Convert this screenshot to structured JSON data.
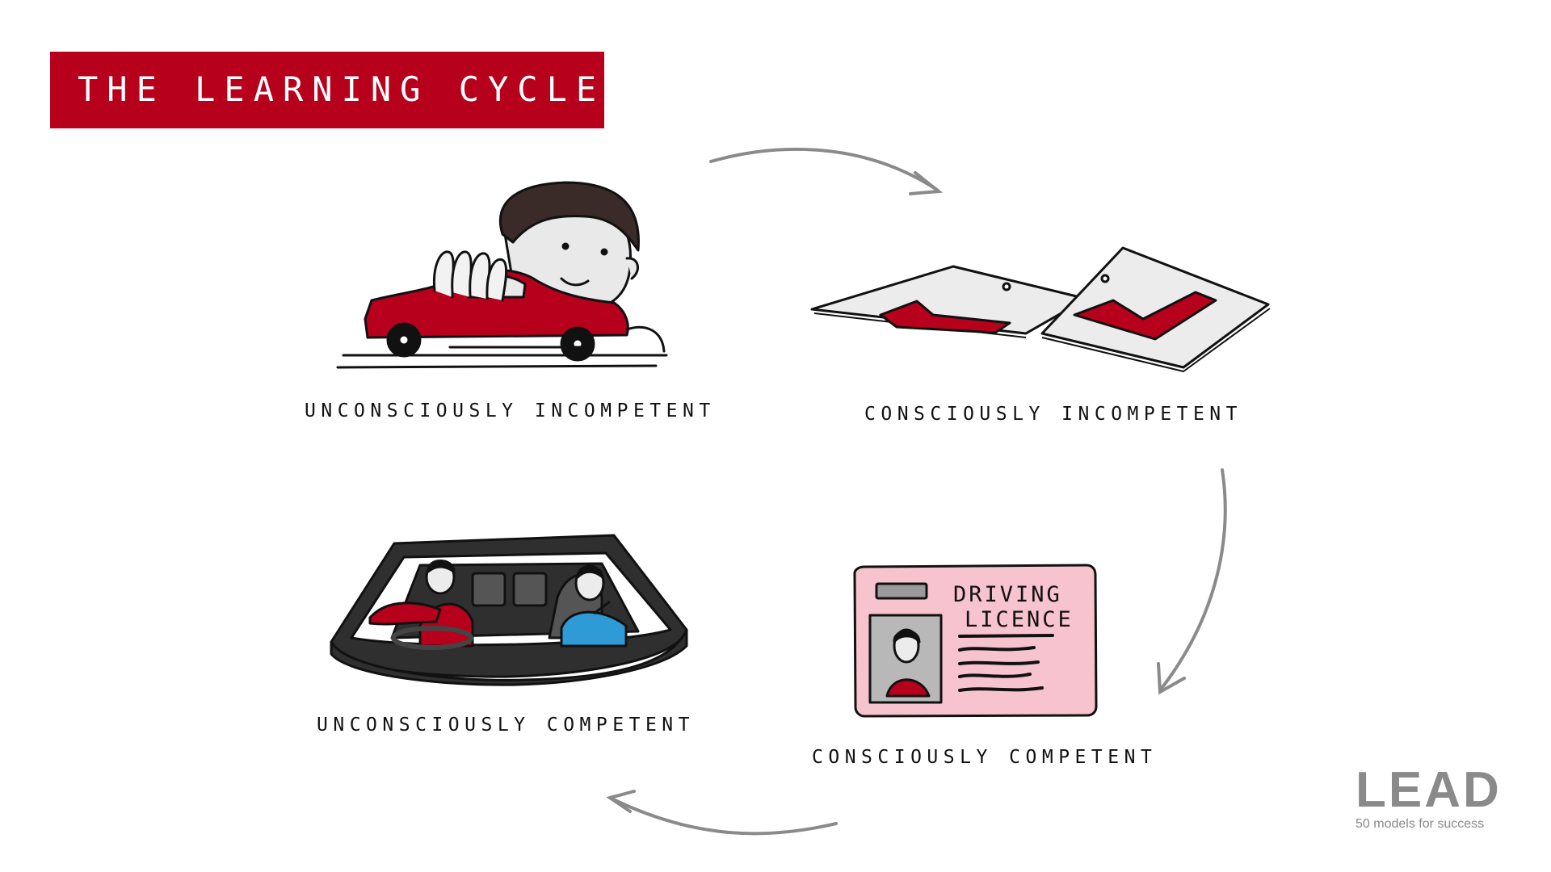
{
  "title": "THE LEARNING CYCLE",
  "stages": [
    {
      "label": "UNCONSCIOUSLY INCOMPETENT",
      "illustration": "hand-pushing-toy-car"
    },
    {
      "label": "CONSCIOUSLY INCOMPETENT",
      "illustration": "learner-l-plates"
    },
    {
      "label": "CONSCIOUSLY COMPETENT",
      "illustration": "driving-licence-card"
    },
    {
      "label": "UNCONSCIOUSLY COMPETENT",
      "illustration": "car-interior-drivers"
    }
  ],
  "licence": {
    "line1": "DRIVING",
    "line2": "LICENCE"
  },
  "brand": {
    "name": "LEAD",
    "tagline": "50 models for success"
  },
  "colors": {
    "accent": "#b7001c",
    "card": "#f7c3cf",
    "arrow": "#8a8a8a",
    "shirt_blue": "#2e9ad6"
  }
}
